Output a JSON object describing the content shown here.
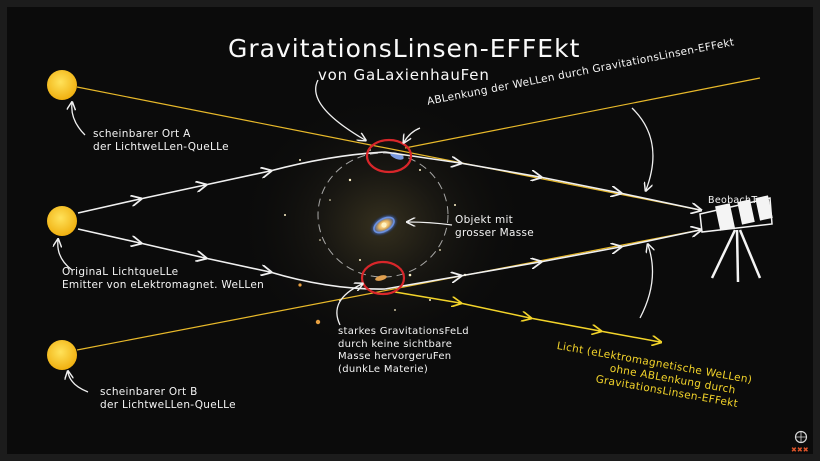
{
  "title": "GravitationsLinsen-EFFEkt",
  "subtitle": "von GaLaxienhauFen",
  "labels": {
    "deflection": "ABLenkung der WeLLen durch GravitationsLinsen-EFFekt",
    "source_a_line1": "scheinbarer Ort A",
    "source_a_line2": "der LichtweLLen-QueLLe",
    "object_line1": "Objekt mit",
    "object_line2": "grosser Masse",
    "observer": "BeobachTer",
    "original_line1": "OriginaL LichtqueLLe",
    "original_line2": "Emitter von eLektromagnet. WeLLen",
    "field_line1": "starkes GravitationsFeLd",
    "field_line2": "durch keine sichtbare",
    "field_line3": "Masse hervorgeruFen",
    "field_line4": "(dunkLe Materie)",
    "light_line1": "Licht (eLektromagnetische WeLLen)",
    "light_line2": "ohne ABLenkung durch",
    "light_line3": "GravitationsLinsen-EFFekt",
    "source_b_line1": "scheinbarer Ort B",
    "source_b_line2": "der LichtweLLen-QueLLe"
  },
  "colors": {
    "background": "#0a0a0a",
    "sun": "#f6c21b",
    "ray": "#f0f0f0",
    "apparent_line": "#e8b92a",
    "yellow_text": "#f3d42a",
    "highlight_circle": "#d8262a"
  },
  "icons": {
    "telescope": "telescope-icon",
    "galaxy": "galaxy-icon",
    "logo": "globe-logo-icon"
  }
}
